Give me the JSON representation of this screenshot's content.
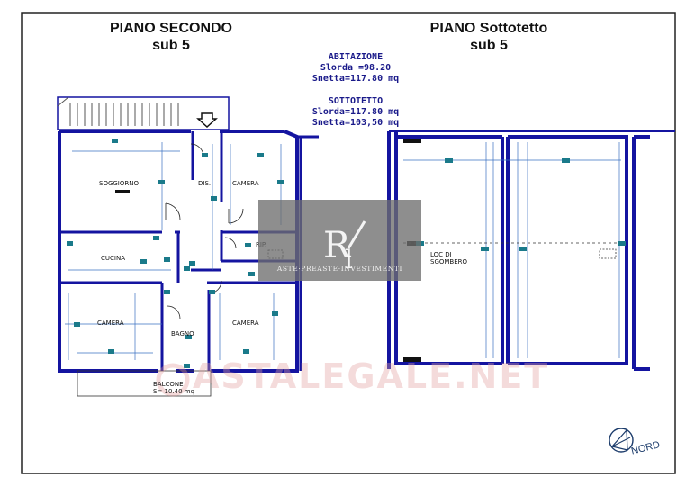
{
  "headings": {
    "left_line1": "PIANO SECONDO",
    "left_line2": "sub 5",
    "right_line1": "PIANO Sottotetto",
    "right_line2": "sub 5"
  },
  "areas": {
    "abitazione_label": "ABITAZIONE",
    "abitazione_lorda": "Slorda =98.20",
    "abitazione_netta": "Snetta=117.80 mq",
    "sottotetto_label": "SOTTOTETTO",
    "sottotetto_lorda": "Slorda=117.80 mq",
    "sottotetto_netta": "Snetta=103,50 mq"
  },
  "rooms": {
    "soggiorno": "SOGGIORNO",
    "dis": "DIS.",
    "camera_1": "CAMERA",
    "cucina": "CUCINA",
    "rip": "RIP.",
    "camera_2": "CAMERA",
    "bagno": "BAGNO",
    "camera_3": "CAMERA",
    "balcone": "BALCONE",
    "balcone_area": "S= 10.40 mq",
    "loc_line1": "LOC DI",
    "loc_line2": "SGOMBERO"
  },
  "watermark": {
    "logo_letters": "RAI",
    "tagline": "ASTE·PREASTE·INVESTIMENTI",
    "site": "ASTALEGALE.NET"
  },
  "compass": {
    "label": "NORD"
  },
  "colors": {
    "wall": "#1414a0",
    "fixture": "#1a7a8a",
    "thin_line": "#3a70c0",
    "frame": "#222222"
  }
}
